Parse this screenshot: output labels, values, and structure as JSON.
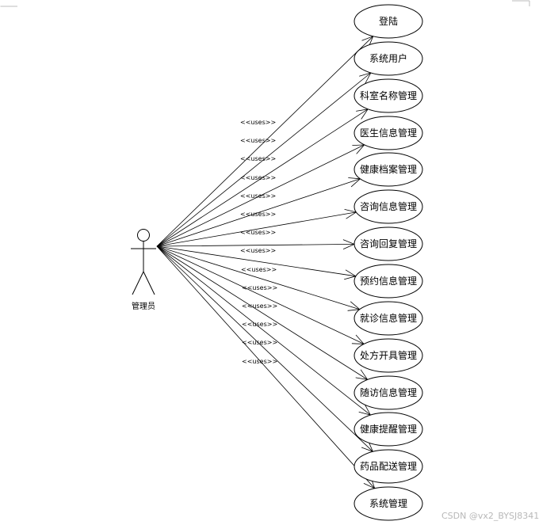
{
  "actor": {
    "label": "管理员"
  },
  "stereotype": "<<uses>>",
  "use_cases": [
    "登陆",
    "系统用户",
    "科室名称管理",
    "医生信息管理",
    "健康档案管理",
    "咨询信息管理",
    "咨询回复管理",
    "预约信息管理",
    "就诊信息管理",
    "处方开具管理",
    "随访信息管理",
    "健康提醒管理",
    "药品配送管理",
    "系统管理"
  ],
  "watermark": "CSDN @vx2_BYSJ8341"
}
